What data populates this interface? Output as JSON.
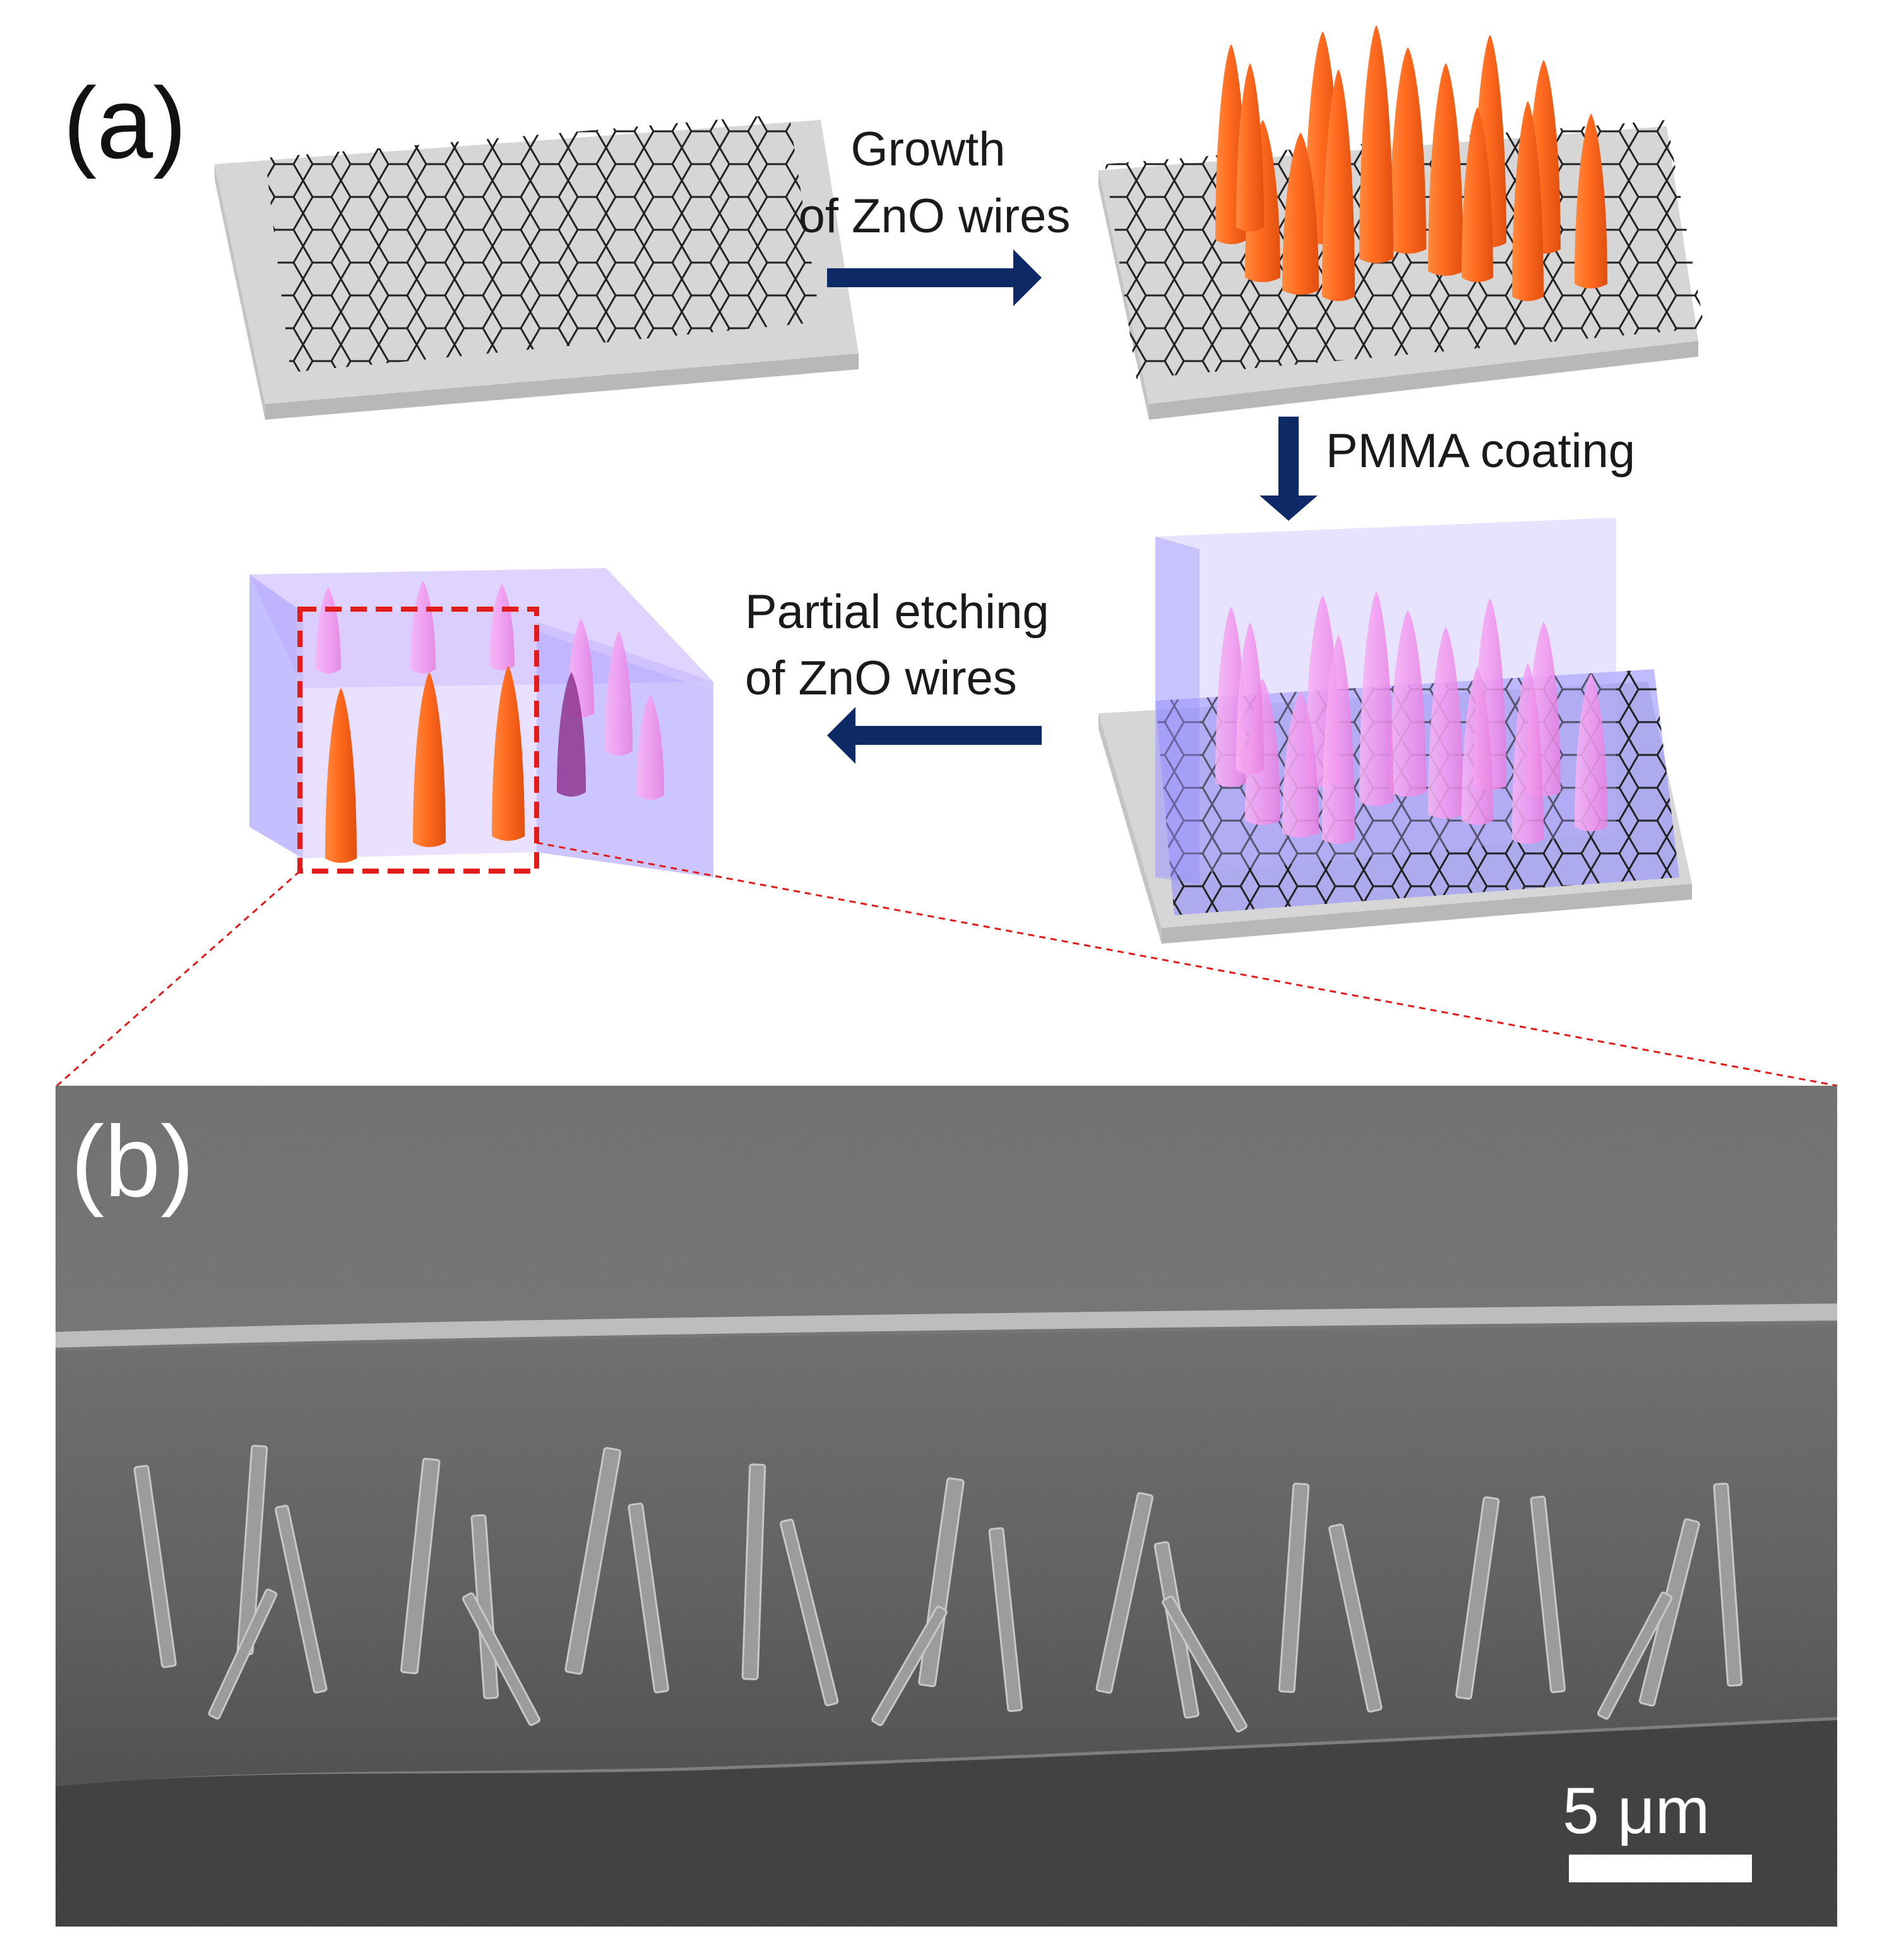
{
  "figure": {
    "panel_a_label": "(a)",
    "panel_b_label": "(b)",
    "steps": {
      "growth_line1": "Growth",
      "growth_line2": "of ZnO wires",
      "pmma": "PMMA coating",
      "etch_line1": "Partial etching",
      "etch_line2": "of ZnO wires"
    },
    "scale_bar": "5 μm"
  },
  "colors": {
    "arrow": "#0d2a66",
    "zno": "#ff6a1f",
    "pmma_wire": "#f59cf0",
    "pmma_block": "#b9b0ff",
    "substrate": "#d9d9d9",
    "highlight": "#e21b1b",
    "label_b": "#ffffff"
  }
}
